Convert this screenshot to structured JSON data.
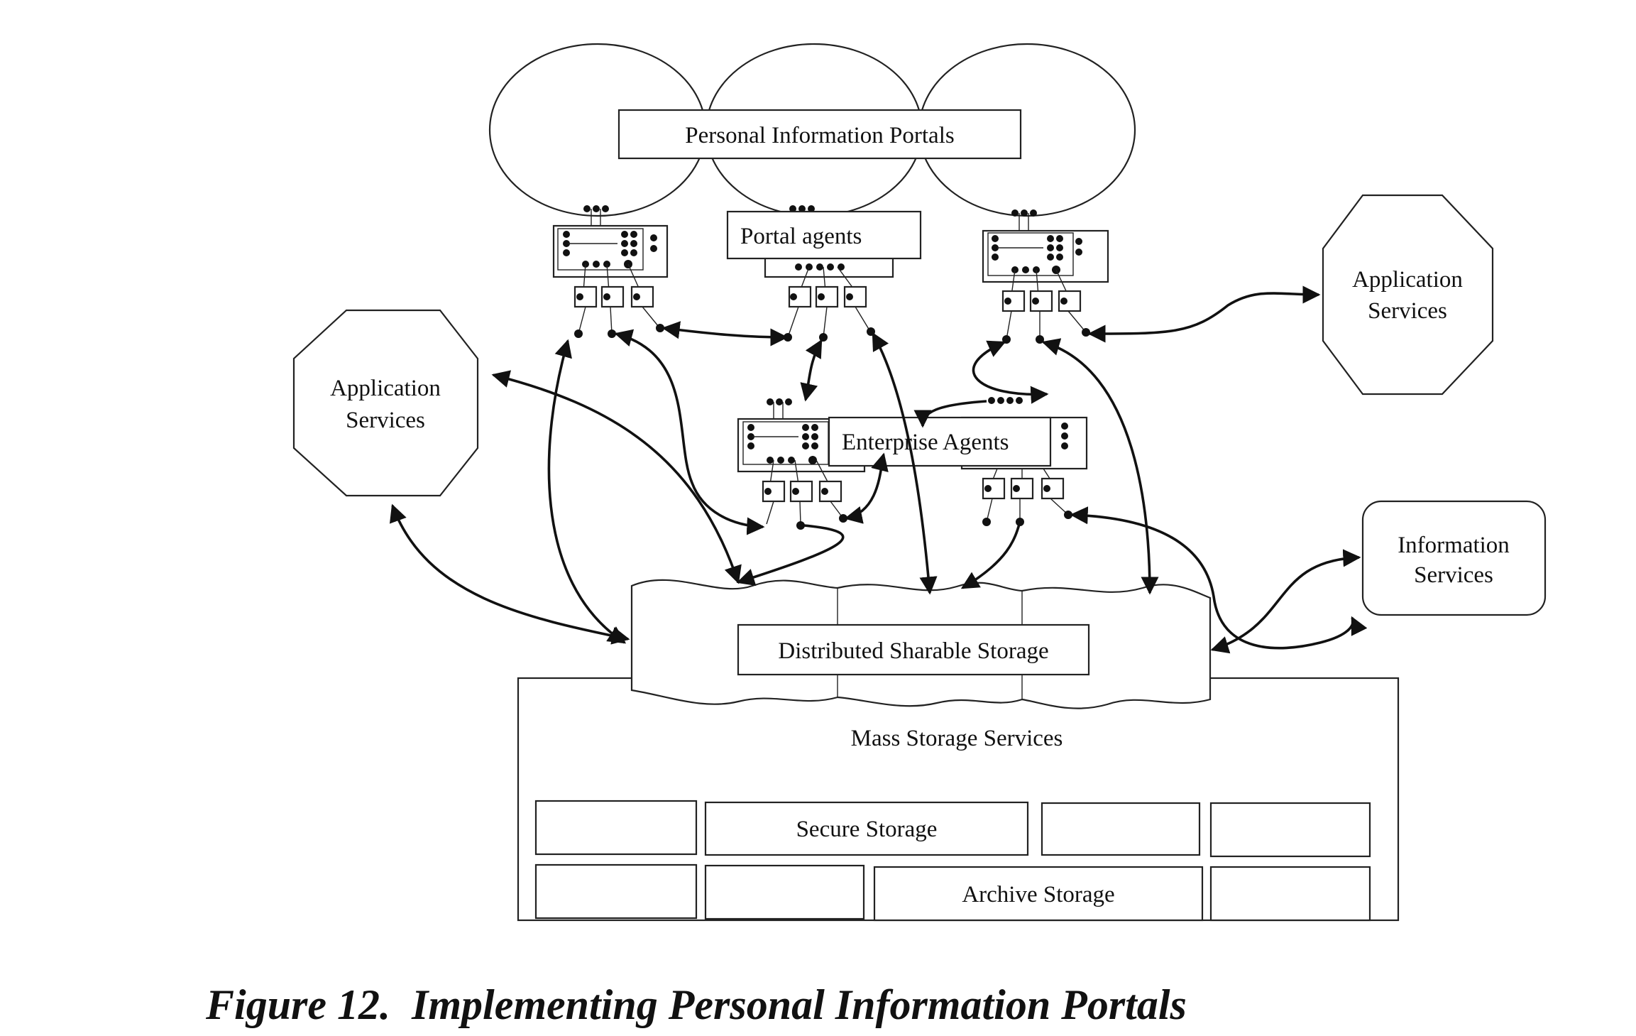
{
  "diagram": {
    "portals_label": "Personal Information Portals",
    "portal_agents_label": "Portal agents",
    "enterprise_agents_label": "Enterprise Agents",
    "app_services_left_label": [
      "Application",
      "Services"
    ],
    "app_services_right_label": [
      "Application",
      "Services"
    ],
    "info_services_label": [
      "Information",
      "Services"
    ],
    "distributed_storage_label": "Distributed Sharable Storage",
    "mass_storage_label": "Mass Storage Services",
    "secure_storage_label": "Secure Storage",
    "archive_storage_label": "Archive Storage"
  },
  "caption": "Figure 12.  Implementing Personal Information Portals"
}
